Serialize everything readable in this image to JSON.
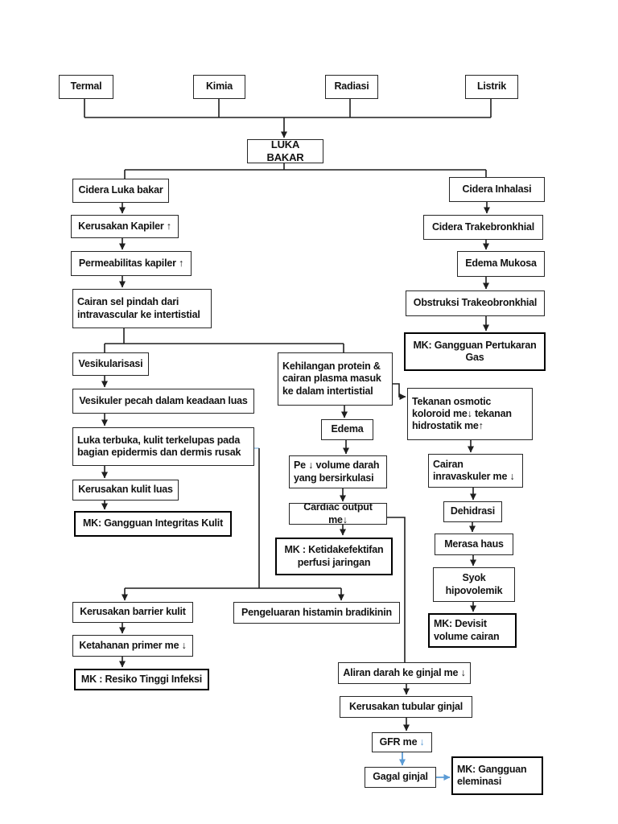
{
  "colors": {
    "line": "#1f1f1f",
    "accent_blue": "#5b9bd5",
    "box_border": "#262626",
    "mk_border": "#000000"
  },
  "nodes": {
    "termal": {
      "label": "Termal"
    },
    "kimia": {
      "label": "Kimia"
    },
    "radiasi": {
      "label": "Radiasi"
    },
    "listrik": {
      "label": "Listrik"
    },
    "luka_bakar": {
      "label": "LUKA BAKAR"
    },
    "cidera_luka_bakar": {
      "label": "Cidera Luka bakar"
    },
    "kerusakan_kapiler": {
      "label": "Kerusakan Kapiler ↑"
    },
    "permeabilitas_kapiler": {
      "label": "Permeabilitas kapiler ↑"
    },
    "cairan_sel": {
      "label": "Cairan sel pindah dari\nintravascular ke intertistial"
    },
    "vesikularisasi": {
      "label": "Vesikularisasi"
    },
    "vesikuler_pecah": {
      "label": "Vesikuler pecah dalam keadaan luas"
    },
    "luka_terbuka": {
      "label": "Luka terbuka, kulit terkelupas pada\nbagian epidermis dan dermis rusak"
    },
    "kerusakan_kulit_luas": {
      "label": "Kerusakan kulit luas"
    },
    "mk_integritas": {
      "label": "MK: Gangguan Integritas Kulit"
    },
    "kehilangan_protein": {
      "label": "Kehilangan protein &\ncairan plasma masuk\nke dalam intertistial"
    },
    "edema": {
      "label": "Edema"
    },
    "pe_volume": {
      "label": "Pe ↓ volume darah\nyang bersirkulasi"
    },
    "cardiac_output": {
      "label": "Cardiac output me↓"
    },
    "mk_perfusi": {
      "label": "MK : Ketidakefektifan\nperfusi jaringan"
    },
    "cidera_inhalasi": {
      "label": "Cidera Inhalasi"
    },
    "cidera_trakebronkhial": {
      "label": "Cidera Trakebronkhial"
    },
    "edema_mukosa": {
      "label": "Edema Mukosa"
    },
    "obstruksi": {
      "label": "Obstruksi Trakeobronkhial"
    },
    "mk_pertukaran_gas": {
      "label": "MK: Gangguan Pertukaran\nGas"
    },
    "tekanan_osmotic": {
      "label": "Tekanan osmotic\nkoloroid me↓ tekanan\nhidrostatik me↑"
    },
    "cairan_inravaskuler": {
      "label": "Cairan\ninravaskuler me ↓"
    },
    "dehidrasi": {
      "label": "Dehidrasi"
    },
    "merasa_haus": {
      "label": "Merasa haus"
    },
    "syok_hipovolemik": {
      "label": "Syok\nhipovolemik"
    },
    "mk_devisit": {
      "label": "MK: Devisit\nvolume cairan"
    },
    "kerusakan_barrier": {
      "label": "Kerusakan barrier kulit"
    },
    "ketahanan_primer": {
      "label": "Ketahanan primer me ↓"
    },
    "mk_resiko_infeksi": {
      "label": "MK : Resiko Tinggi Infeksi"
    },
    "pengeluaran_histamin": {
      "label": "Pengeluaran histamin bradikinin"
    },
    "aliran_darah_ginjal": {
      "label": "Aliran darah ke ginjal me ↓"
    },
    "kerusakan_tubular": {
      "label": "Kerusakan tubular ginjal"
    },
    "gfr": {
      "text": "GFR me",
      "arrow": "↓"
    },
    "gagal_ginjal": {
      "label": "Gagal ginjal"
    },
    "mk_eleminasi": {
      "label": "MK: Gangguan\neleminasi"
    }
  }
}
